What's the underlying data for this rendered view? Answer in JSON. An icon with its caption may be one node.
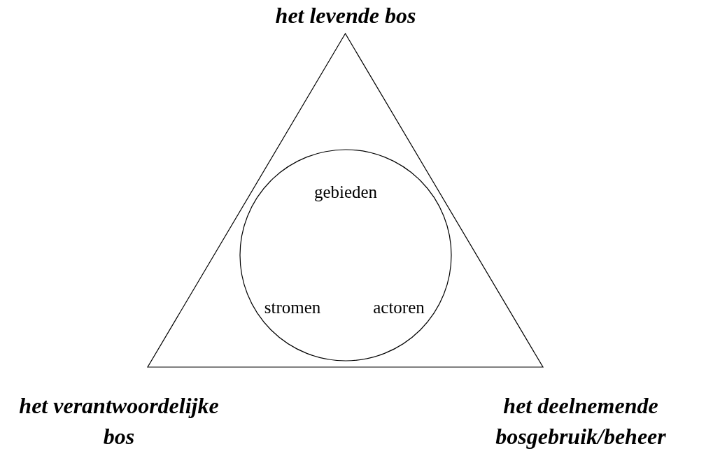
{
  "diagram": {
    "nodes": [
      {
        "text": [],
        "shape": "triangle"
      },
      {
        "text": [
          "gebieden",
          "stromen",
          "actoren"
        ],
        "in": 0
      }
    ],
    "labels": [
      "het levende bos",
      "het verantwoordelijke bos",
      "het deelnemende bosgebruik/beheer"
    ]
  }
}
